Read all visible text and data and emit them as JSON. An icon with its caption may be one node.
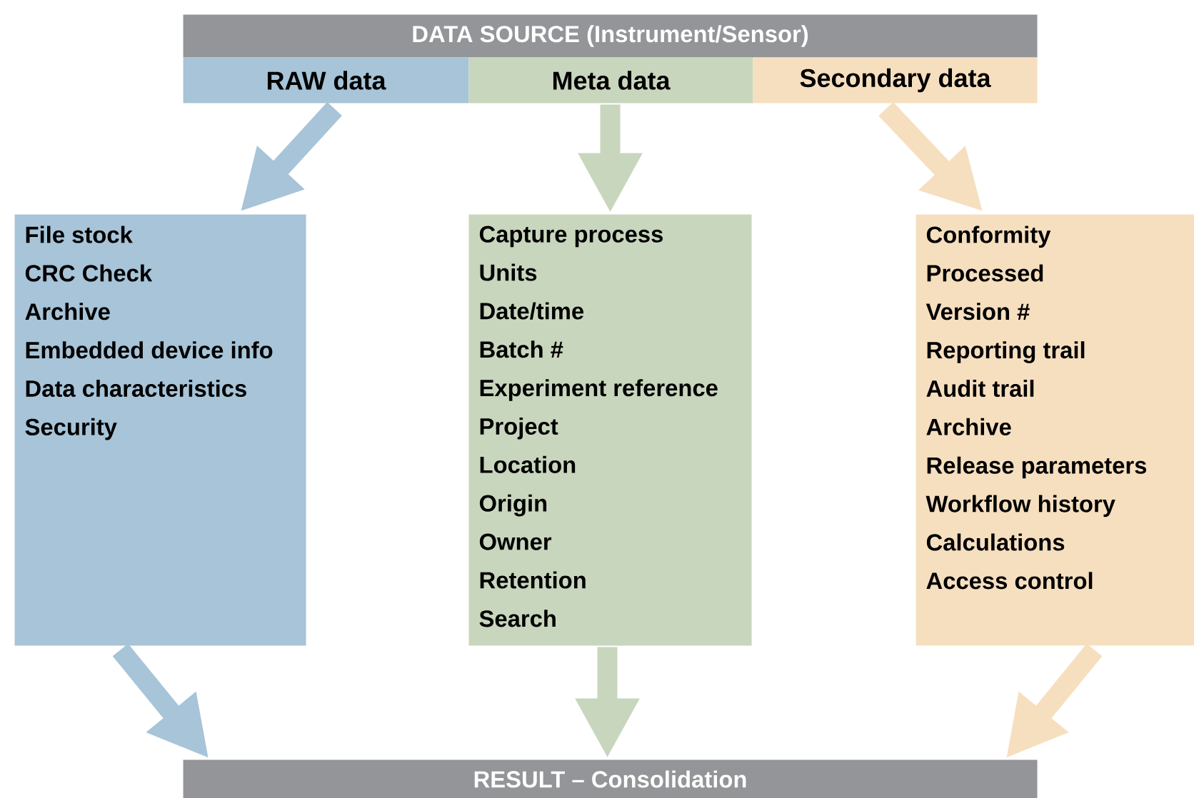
{
  "diagram": {
    "nodes": [
      {
        "text": [
          "DATA SOURCE (Instrument/Sensor)"
        ]
      },
      {
        "text": [
          "RAW data"
        ]
      },
      {
        "text": [
          "Meta data"
        ]
      },
      {
        "text": [
          "Secondary data"
        ]
      },
      {
        "text": [
          "File stock",
          "CRC Check",
          "Archive",
          "Embedded device info",
          "Data characteristics",
          "Security"
        ]
      },
      {
        "text": [
          "Capture process",
          "Units",
          "Date/time",
          "Batch #",
          "Experiment reference",
          "Project",
          "Location",
          "Origin",
          "Owner",
          "Retention",
          "Search"
        ]
      },
      {
        "text": [
          "Conformity",
          "Processed",
          "Version #",
          "Reporting trail",
          "Audit trail",
          "Archive",
          "Release parameters",
          "Workflow history",
          "Calculations",
          "Access control"
        ]
      },
      {
        "text": [
          "RESULT – Consolidation"
        ]
      }
    ],
    "edges": [
      {
        "from": 1,
        "to": 4,
        "arrow": "to",
        "color": "#a7c4d8"
      },
      {
        "from": 2,
        "to": 5,
        "arrow": "to",
        "color": "#c8d6bd"
      },
      {
        "from": 3,
        "to": 6,
        "arrow": "to",
        "color": "#f6dfbf"
      },
      {
        "from": 4,
        "to": 7,
        "arrow": "to",
        "color": "#a7c4d8"
      },
      {
        "from": 5,
        "to": 7,
        "arrow": "to",
        "color": "#c8d6bd"
      },
      {
        "from": 6,
        "to": 7,
        "arrow": "to",
        "color": "#f6dfbf"
      }
    ]
  }
}
